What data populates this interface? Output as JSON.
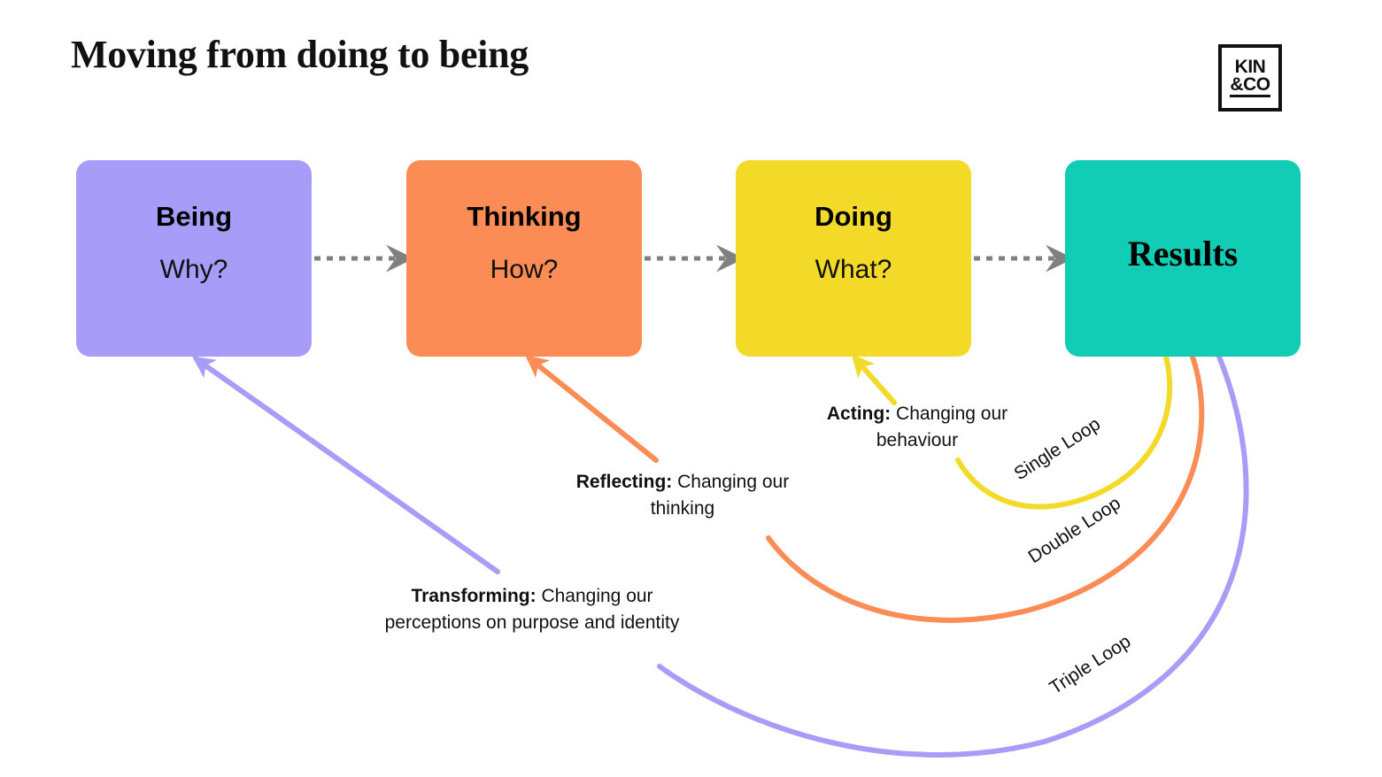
{
  "header": {
    "title": "Moving from doing to being",
    "logo": {
      "line1": "KIN",
      "line2": "&CO",
      "name": "kin-and-co-logo"
    }
  },
  "diagram": {
    "type": "process-flow-with-feedback-loops",
    "stages": [
      {
        "id": "being",
        "label": "Being",
        "question": "Why?",
        "color": "#a79cf7"
      },
      {
        "id": "thinking",
        "label": "Thinking",
        "question": "How?",
        "color": "#fb8c55"
      },
      {
        "id": "doing",
        "label": "Doing",
        "question": "What?",
        "color": "#f4da28"
      },
      {
        "id": "results",
        "label": "Results",
        "question": "",
        "color": "#12cdb6"
      }
    ],
    "flow_arrows": [
      {
        "from": "being",
        "to": "thinking",
        "style": "dotted",
        "color": "#808080"
      },
      {
        "from": "thinking",
        "to": "doing",
        "style": "dotted",
        "color": "#808080"
      },
      {
        "from": "doing",
        "to": "results",
        "style": "dotted",
        "color": "#808080"
      }
    ],
    "feedback_loops": [
      {
        "id": "single-loop",
        "loop_label": "Single Loop",
        "from": "results",
        "to": "doing",
        "color": "#f4da28",
        "caption_bold": "Acting:",
        "caption_rest": " Changing our behaviour"
      },
      {
        "id": "double-loop",
        "loop_label": "Double Loop",
        "from": "results",
        "to": "thinking",
        "color": "#fb8c55",
        "caption_bold": "Reflecting:",
        "caption_rest": " Changing our thinking"
      },
      {
        "id": "triple-loop",
        "loop_label": "Triple Loop",
        "from": "results",
        "to": "being",
        "color": "#a79cf7",
        "caption_bold": "Transforming:",
        "caption_rest": " Changing our perceptions on purpose and identity"
      }
    ]
  },
  "colors": {
    "purple": "#a79cf7",
    "orange": "#fb8c55",
    "yellow": "#f4da28",
    "teal": "#12cdb6",
    "arrow_gray": "#808080",
    "background": "#ffffff",
    "text": "#111111"
  }
}
